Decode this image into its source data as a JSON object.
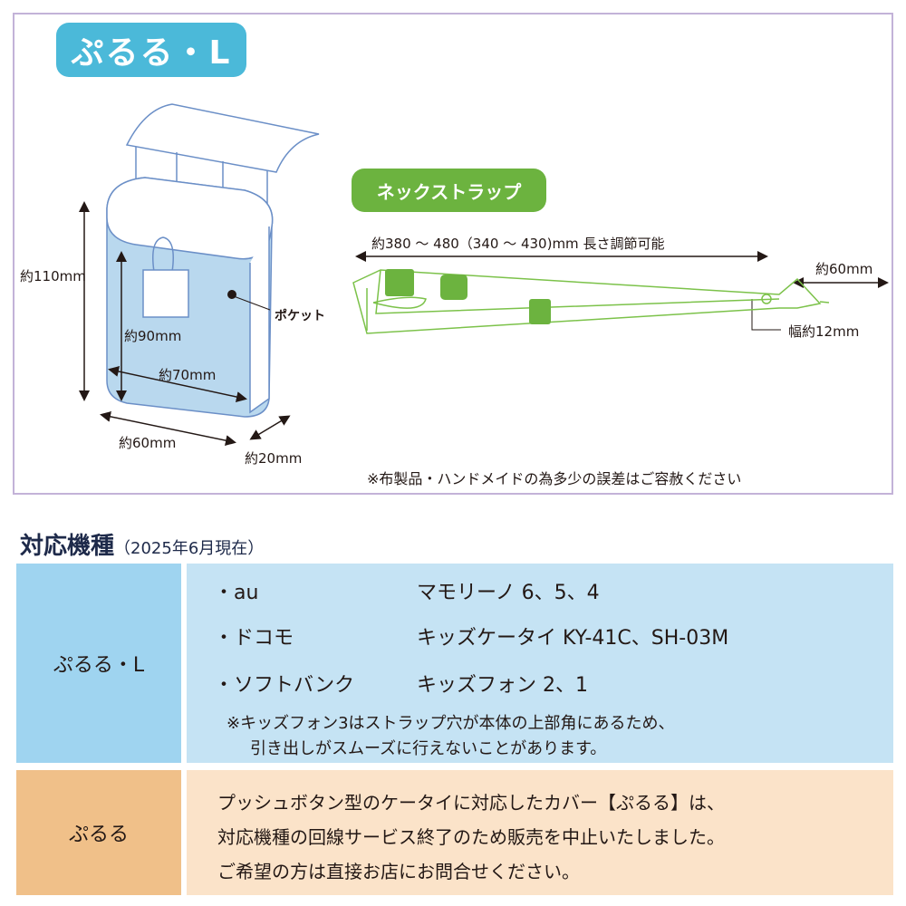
{
  "diagram": {
    "product_badge": "ぷるる・L",
    "dimensions": {
      "height": "約110mm",
      "inner_height": "約90mm",
      "inner_width": "約70mm",
      "width": "約60mm",
      "depth": "約20mm",
      "pocket": "ポケット"
    },
    "strap_badge": "ネックストラップ",
    "strap_length": "約380 〜 480（340 〜 430)mm 長さ調節可能",
    "strap_end": "約60mm",
    "strap_width": "幅約12mm",
    "note": "※布製品・ハンドメイドの為多少の誤差はご容赦ください"
  },
  "compat": {
    "title": "対応機種",
    "subtitle": "（2025年6月現在）",
    "rows": [
      {
        "name": "ぷるる・L",
        "carriers": [
          {
            "carrier": "・au",
            "models": "マモリーノ 6、5、4"
          },
          {
            "carrier": "・ドコモ",
            "models": "キッズケータイ KY-41C、SH-03M"
          },
          {
            "carrier": "・ソフトバンク",
            "models": "キッズフォン 2、1"
          }
        ],
        "note_line1": "※キッズフォン3はストラップ穴が本体の上部角にあるため、",
        "note_line2": "引き出しがスムーズに行えないことがあります。"
      },
      {
        "name": "ぷるる",
        "lines": [
          "プッシュボタン型のケータイに対応したカバー【ぷるる】は、",
          "対応機種の回線サービス終了のため販売を中止いたしました。",
          "ご希望の方は直接お店にお問合せください。"
        ]
      }
    ]
  },
  "colors": {
    "blue_badge": "#4bb9d9",
    "green_badge": "#6cb33f",
    "row1_left": "#9fd4f0",
    "row1_right": "#c5e3f4",
    "row2_left": "#f0c089",
    "row2_right": "#fbe3c9"
  }
}
